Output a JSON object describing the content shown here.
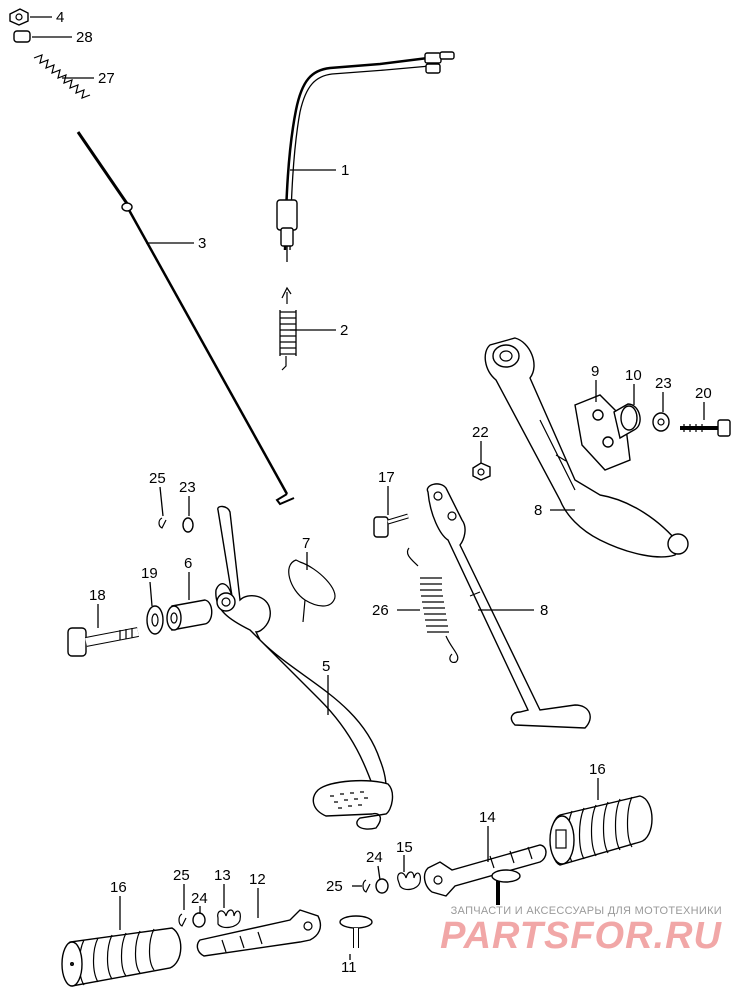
{
  "callouts": [
    {
      "id": "c4",
      "text": "4"
    },
    {
      "id": "c28",
      "text": "28"
    },
    {
      "id": "c27",
      "text": "27"
    },
    {
      "id": "c1",
      "text": "1"
    },
    {
      "id": "c3",
      "text": "3"
    },
    {
      "id": "c2",
      "text": "2"
    },
    {
      "id": "c9",
      "text": "9"
    },
    {
      "id": "c10",
      "text": "10"
    },
    {
      "id": "c23a",
      "text": "23"
    },
    {
      "id": "c20",
      "text": "20"
    },
    {
      "id": "c22",
      "text": "22"
    },
    {
      "id": "c17",
      "text": "17"
    },
    {
      "id": "c8a",
      "text": "8"
    },
    {
      "id": "c25a",
      "text": "25"
    },
    {
      "id": "c23b",
      "text": "23"
    },
    {
      "id": "c7",
      "text": "7"
    },
    {
      "id": "c18",
      "text": "18"
    },
    {
      "id": "c19",
      "text": "19"
    },
    {
      "id": "c6",
      "text": "6"
    },
    {
      "id": "c26",
      "text": "26"
    },
    {
      "id": "c8b",
      "text": "8"
    },
    {
      "id": "c5",
      "text": "5"
    },
    {
      "id": "c16a",
      "text": "16"
    },
    {
      "id": "c14",
      "text": "14"
    },
    {
      "id": "c24a",
      "text": "24"
    },
    {
      "id": "c15",
      "text": "15"
    },
    {
      "id": "c25b",
      "text": "25"
    },
    {
      "id": "c16b",
      "text": "16"
    },
    {
      "id": "c25c",
      "text": "25"
    },
    {
      "id": "c13",
      "text": "13"
    },
    {
      "id": "c12",
      "text": "12"
    },
    {
      "id": "c24b",
      "text": "24"
    },
    {
      "id": "c11",
      "text": "11"
    }
  ],
  "watermark": {
    "tagline": "ЗАПЧАСТИ И АКСЕССУАРЫ ДЛЯ МОТОТЕХНИКИ",
    "logo": "PARTSFOR.RU"
  }
}
